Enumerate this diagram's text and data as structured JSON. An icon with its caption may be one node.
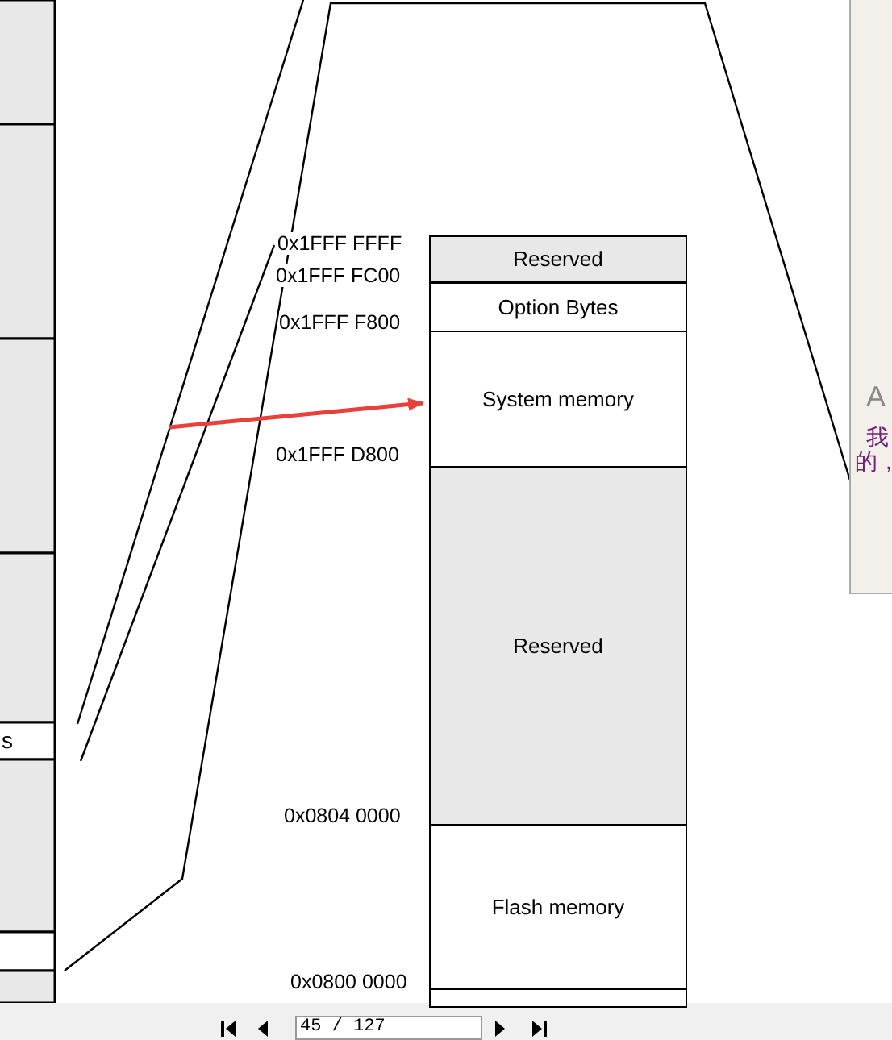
{
  "diagram": {
    "nodes": [
      {
        "text": [
          "Reserved"
        ]
      },
      {
        "text": [
          "Option Bytes"
        ]
      },
      {
        "text": [
          "System memory"
        ]
      },
      {
        "text": [
          "Reserved"
        ]
      },
      {
        "text": [
          "Flash memory"
        ]
      },
      {
        "text": [],
        "shape": "box"
      }
    ],
    "edges": [
      {
        "from": null,
        "to": 2,
        "arrow": "to",
        "color": "#e8403a"
      }
    ],
    "labels": [
      "0x1FFF FFFF",
      "0x1FFF FC00",
      "0x1FFF F800",
      "0x1FFF D800",
      "0x0804 0000",
      "0x0800 0000",
      "s",
      "A",
      "我",
      "的，",
      "45 / 127"
    ]
  }
}
